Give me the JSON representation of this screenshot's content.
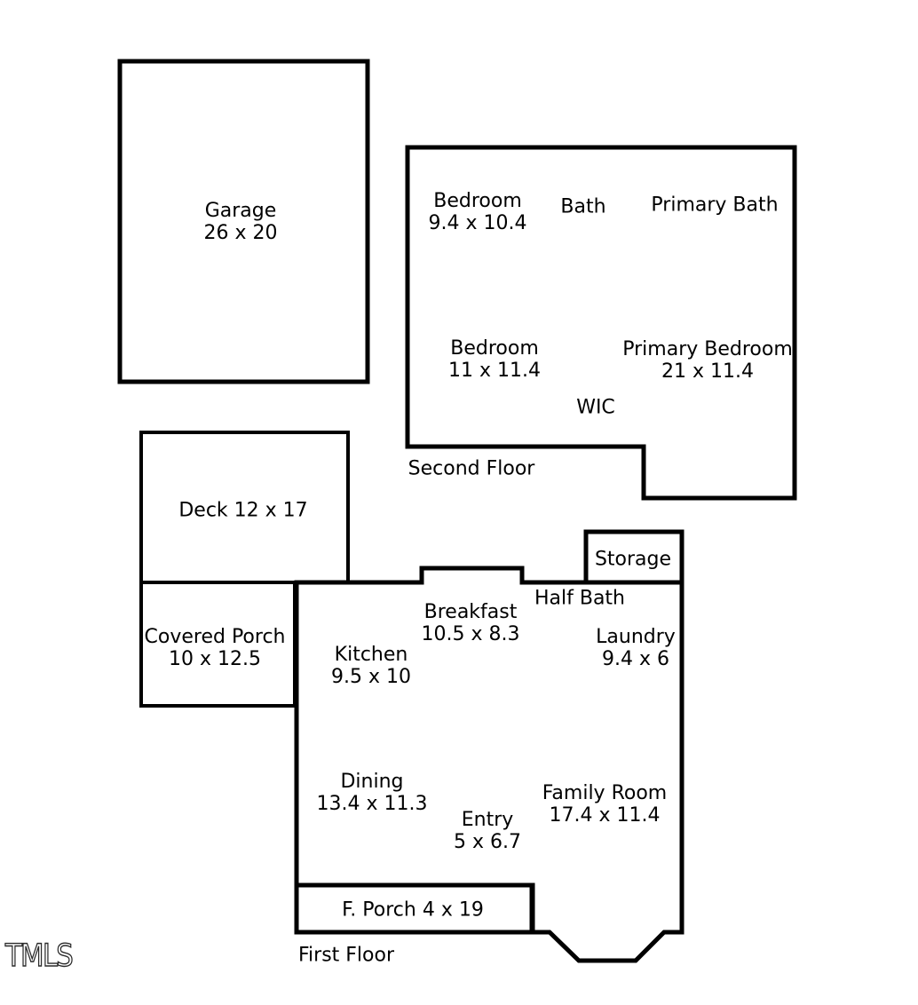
{
  "colors": {
    "wall": "#000000",
    "background": "#ffffff",
    "text": "#000000"
  },
  "watermark": "TMLS",
  "garage": {
    "name": "Garage",
    "dims": "26 x 20"
  },
  "second_floor": {
    "caption": "Second Floor",
    "rooms": {
      "bedroom1": {
        "name": "Bedroom",
        "dims": "9.4 x 10.4"
      },
      "bath": {
        "name": "Bath"
      },
      "primary_bath": {
        "name": "Primary Bath"
      },
      "bedroom2": {
        "name": "Bedroom",
        "dims": "11 x 11.4"
      },
      "primary_bedroom": {
        "name": "Primary Bedroom",
        "dims": "21 x 11.4"
      },
      "wic": {
        "name": "WIC"
      }
    }
  },
  "first_floor": {
    "caption": "First Floor",
    "rooms": {
      "storage": {
        "name": "Storage"
      },
      "half_bath": {
        "name": "Half Bath"
      },
      "breakfast": {
        "name": "Breakfast",
        "dims": "10.5 x 8.3"
      },
      "laundry": {
        "name": "Laundry",
        "dims": "9.4 x 6"
      },
      "kitchen": {
        "name": "Kitchen",
        "dims": "9.5 x 10"
      },
      "dining": {
        "name": "Dining",
        "dims": "13.4 x 11.3"
      },
      "entry": {
        "name": "Entry",
        "dims": "5 x 6.7"
      },
      "family_room": {
        "name": "Family Room",
        "dims": "17.4 x 11.4"
      },
      "front_porch": {
        "name": "F. Porch 4 x 19"
      }
    }
  },
  "outdoor": {
    "deck": {
      "name": "Deck 12 x 17"
    },
    "covered_porch": {
      "name": "Covered Porch",
      "dims": "10 x 12.5"
    }
  }
}
